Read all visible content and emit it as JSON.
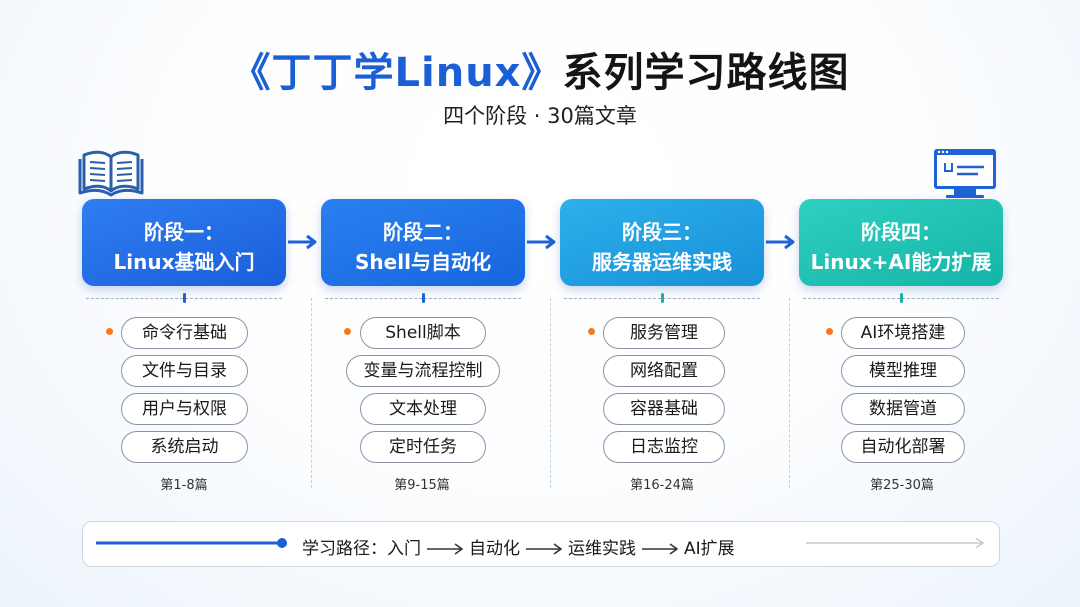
{
  "title": {
    "part_blue": "《丁丁学Linux》",
    "part_dark": "系列学习路线图"
  },
  "subtitle": "四个阶段 · 30篇文章",
  "stages": [
    {
      "line1": "阶段一：",
      "line2": "Linux基础入门",
      "topics": [
        "命令行基础",
        "文件与目录",
        "用户与权限",
        "系统启动"
      ],
      "range": "第1-8篇"
    },
    {
      "line1": "阶段二：",
      "line2": "Shell与自动化",
      "topics": [
        "Shell脚本",
        "变量与流程控制",
        "文本处理",
        "定时任务"
      ],
      "range": "第9-15篇"
    },
    {
      "line1": "阶段三：",
      "line2": "服务器运维实践",
      "topics": [
        "服务管理",
        "网络配置",
        "容器基础",
        "日志监控"
      ],
      "range": "第16-24篇"
    },
    {
      "line1": "阶段四：",
      "line2": "Linux+AI能力扩展",
      "topics": [
        "AI环境搭建",
        "模型推理",
        "数据管道",
        "自动化部署"
      ],
      "range": "第25-30篇"
    }
  ],
  "path": {
    "label": "学习路径：",
    "steps": [
      "入门",
      "自动化",
      "运维实践",
      "AI扩展"
    ]
  },
  "colors": {
    "stage1": "#1a5ed9",
    "stage2": "#1766dc",
    "stage3": "#1790d8",
    "stage4": "#15b4a8",
    "arrow": "#1d63d8",
    "bullet": "#f07b23"
  },
  "icons": {
    "top_left": "open-book-icon",
    "top_right": "computer-monitor-icon"
  }
}
